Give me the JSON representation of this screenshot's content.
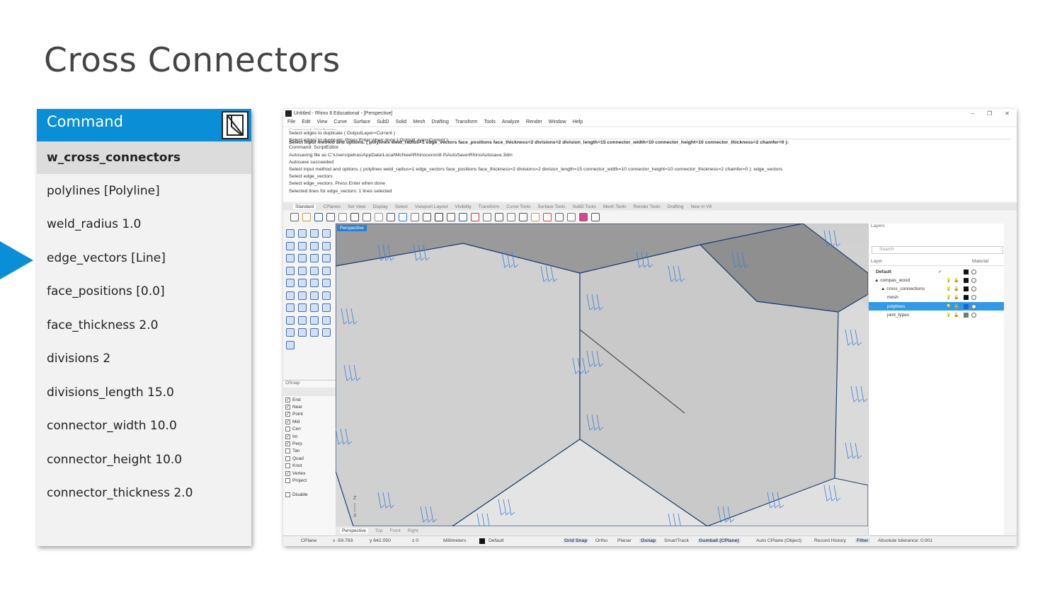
{
  "slide": {
    "title": "Cross Connectors"
  },
  "command_panel": {
    "header": "Command",
    "items": [
      "w_cross_connectors",
      "polylines [Polyline]",
      "weld_radius 1.0",
      "edge_vectors [Line]",
      "face_positions [0.0]",
      "face_thickness 2.0",
      "divisions 2",
      "divisions_length 15.0",
      "connector_width 10.0",
      "connector_height 10.0",
      "connector_thickness 2.0"
    ]
  },
  "rhino": {
    "window_title": "Untitled - Rhino 8 Educational - [Perspective]",
    "menus": [
      "File",
      "Edit",
      "View",
      "Curve",
      "Surface",
      "SubD",
      "Solid",
      "Mesh",
      "Drafting",
      "Transform",
      "Tools",
      "Analyze",
      "Render",
      "Window",
      "Help"
    ],
    "command_history": [
      "Select edges to duplicate ( OutputLayer=Current )",
      "Select edges to duplicate. Press Enter when done ( OutputLayer=Current )",
      "Command: ScriptEditor",
      "Autosaving file as C:\\Users\\petras\\AppData\\Local\\McNeel\\Rhinoceros\\8.0\\AutoSave\\RhinoAutosave.3dm",
      "Autosave succeeded",
      "Select input method and options. ( polylines  weld_radius=1  edge_vectors  face_positions  face_thickness=2  divisions=2  division_length=15  connector_width=10  connector_height=10  connector_thickness=2  chamfer=0 ): edge_vectors",
      "Select edge_vectors",
      "Select edge_vectors. Press Enter when done",
      "Selected lines for edge_vectors: 1 lines selected"
    ],
    "command_prompt": "Select input method and options. ( polylines  weld_radius=1  edge_vectors  face_positions  face_thickness=2  divisions=2  division_length=15  connector_width=10  connector_height=10  connector_thickness=2  chamfer=0 ):",
    "toolbar_tabs": [
      "Standard",
      "CPlanes",
      "Set View",
      "Display",
      "Select",
      "Viewport Layout",
      "Visibility",
      "Transform",
      "Curve Tools",
      "Surface Tools",
      "SubD Tools",
      "Mesh Tools",
      "Render Tools",
      "Drafting",
      "New in V8"
    ],
    "viewport_label": "Perspective",
    "viewport_tabs": [
      "Perspective",
      "Top",
      "Front",
      "Right"
    ],
    "osnap": {
      "title": "OSnap",
      "items": [
        {
          "label": "End",
          "checked": true
        },
        {
          "label": "Near",
          "checked": true
        },
        {
          "label": "Point",
          "checked": true
        },
        {
          "label": "Mid",
          "checked": true
        },
        {
          "label": "Cen",
          "checked": false
        },
        {
          "label": "Int",
          "checked": true
        },
        {
          "label": "Perp",
          "checked": true
        },
        {
          "label": "Tan",
          "checked": false
        },
        {
          "label": "Quad",
          "checked": false
        },
        {
          "label": "Knot",
          "checked": false
        },
        {
          "label": "Vertex",
          "checked": true
        },
        {
          "label": "Project",
          "checked": false
        }
      ],
      "disable": "Disable"
    },
    "layers": {
      "title": "Layers",
      "search_placeholder": "Search",
      "col_layer": "Layer",
      "col_material": "Material",
      "rows": [
        {
          "name": "Default",
          "indent": 0,
          "bold": true,
          "check": "✓",
          "color": "#111111",
          "selected": false
        },
        {
          "name": "▲ compas_wood",
          "indent": 0,
          "bold": false,
          "check": "",
          "color": "#111111",
          "selected": false
        },
        {
          "name": "▲ cross_connections",
          "indent": 1,
          "bold": false,
          "check": "",
          "color": "#111111",
          "selected": false
        },
        {
          "name": "mesh",
          "indent": 2,
          "bold": false,
          "check": "",
          "color": "#111111",
          "selected": false
        },
        {
          "name": "polylines",
          "indent": 2,
          "bold": false,
          "check": "",
          "color": "#1a66cc",
          "selected": true
        },
        {
          "name": "joint_types",
          "indent": 2,
          "bold": false,
          "check": "",
          "color": "#777777",
          "selected": false
        }
      ]
    },
    "status": {
      "cplane": "CPlane",
      "x": "x -59.783",
      "y": "y 642.050",
      "z": "z 0",
      "units": "Millimeters",
      "layer": "Default",
      "grid_snap": "Grid Snap",
      "ortho": "Ortho",
      "planar": "Planar",
      "osnap": "Osnap",
      "smarttrack": "SmartTrack",
      "gumball": "Gumball (CPlane)",
      "auto_cplane": "Auto CPlane (Object)",
      "record_history": "Record History",
      "filter": "Filter",
      "tolerance": "Absolute tolerance: 0.001"
    },
    "axis_z": "Z",
    "axis_x": "X"
  },
  "colors": {
    "accent": "#0a8fd6",
    "title": "#444444"
  }
}
